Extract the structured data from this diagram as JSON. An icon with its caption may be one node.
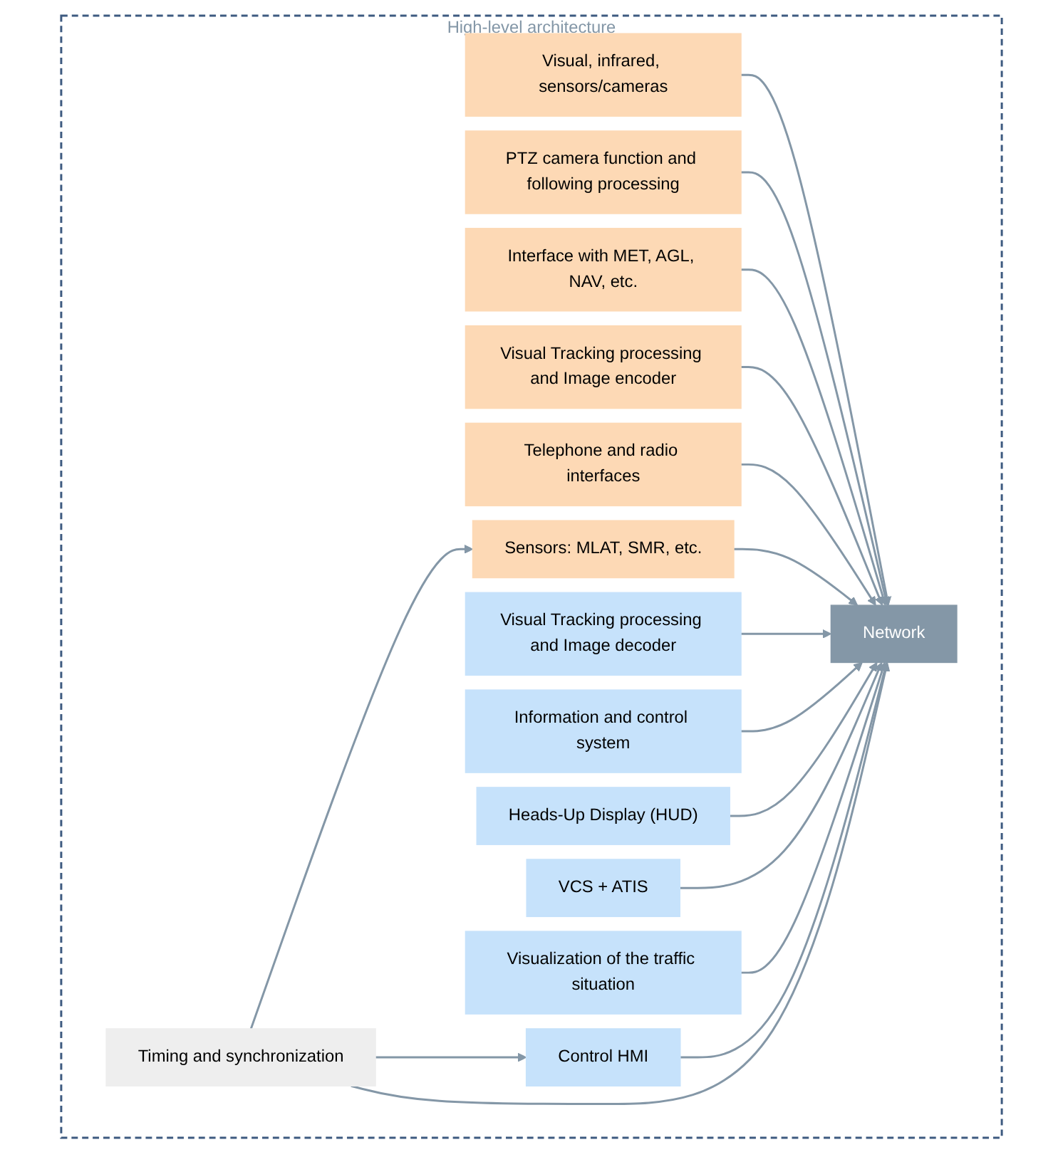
{
  "diagram": {
    "nodes": [
      {
        "text": [
          "High-level architecture"
        ]
      },
      {
        "text": [
          "Visual, infrared, sensors/cameras"
        ],
        "in": 0
      },
      {
        "text": [
          "PTZ camera function and following processing"
        ],
        "in": 0
      },
      {
        "text": [
          "Interface with MET, AGL, NAV, etc."
        ],
        "in": 0
      },
      {
        "text": [
          "Visual Tracking processing and Image encoder"
        ],
        "in": 0
      },
      {
        "text": [
          "Telephone and radio interfaces"
        ],
        "in": 0
      },
      {
        "text": [
          "Sensors: MLAT, SMR, etc."
        ],
        "in": 0
      },
      {
        "text": [
          "Visual Tracking processing and Image decoder"
        ],
        "in": 0
      },
      {
        "text": [
          "Information and control system"
        ],
        "in": 0
      },
      {
        "text": [
          "Heads-Up Display (HUD)"
        ],
        "in": 0
      },
      {
        "text": [
          "VCS + ATIS"
        ],
        "in": 0
      },
      {
        "text": [
          "Visualization of the traffic situation"
        ],
        "in": 0
      },
      {
        "text": [
          "Control HMI"
        ],
        "in": 0
      },
      {
        "text": [
          "Network"
        ],
        "in": 0
      },
      {
        "text": [
          "Timing and synchronization"
        ],
        "in": 0
      }
    ],
    "edges": [
      {
        "from": 1,
        "to": 13,
        "arrow": "to"
      },
      {
        "from": 2,
        "to": 13,
        "arrow": "to"
      },
      {
        "from": 3,
        "to": 13,
        "arrow": "to"
      },
      {
        "from": 4,
        "to": 13,
        "arrow": "to"
      },
      {
        "from": 5,
        "to": 13,
        "arrow": "to"
      },
      {
        "from": 6,
        "to": 13,
        "arrow": "to"
      },
      {
        "from": 7,
        "to": 13,
        "arrow": "to"
      },
      {
        "from": 8,
        "to": 13,
        "arrow": "to"
      },
      {
        "from": 9,
        "to": 13,
        "arrow": "to"
      },
      {
        "from": 10,
        "to": 13,
        "arrow": "to"
      },
      {
        "from": 11,
        "to": 13,
        "arrow": "to"
      },
      {
        "from": 12,
        "to": 13,
        "arrow": "to"
      },
      {
        "from": 14,
        "to": 13,
        "arrow": "to"
      },
      {
        "from": 14,
        "to": 6,
        "arrow": "to"
      },
      {
        "from": 14,
        "to": 12,
        "arrow": "to"
      }
    ]
  }
}
